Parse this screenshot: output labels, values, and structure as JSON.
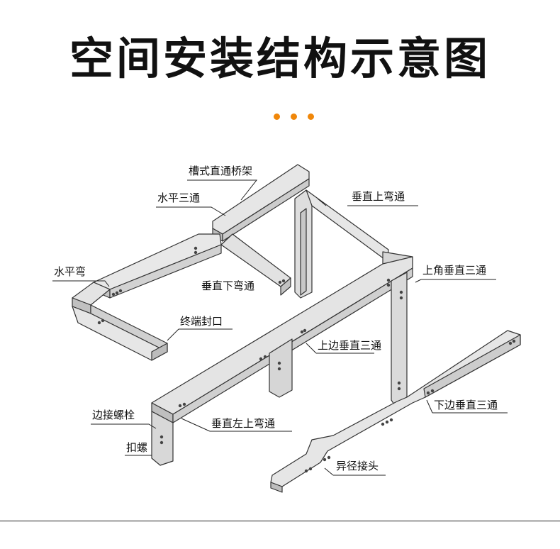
{
  "title": "空间安装结构示意图",
  "accent_color": "#f0870a",
  "labels": {
    "straight_tray": "槽式直通桥架",
    "horizontal_tee": "水平三通",
    "vertical_up_elbow": "垂直上弯通",
    "horizontal_elbow": "水平弯",
    "vertical_down_elbow": "垂直下弯通",
    "up_angle_vertical_tee": "上角垂直三通",
    "end_cap": "终端封口",
    "up_side_vertical_tee": "上边垂直三通",
    "edge_bolt": "边接螺栓",
    "vertical_left_up_elbow": "垂直左上弯通",
    "down_side_vertical_tee": "下边垂直三通",
    "clip_nut": "扣螺",
    "reducer_joint": "异径接头"
  }
}
